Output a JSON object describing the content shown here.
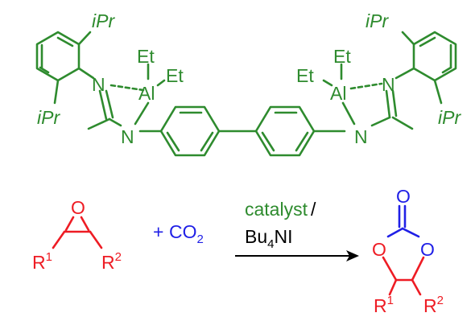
{
  "colors": {
    "catalyst": "#2e8b2e",
    "epoxide": "#ee1c24",
    "co2": "#1f1fe6",
    "reagent_text": "#000000",
    "product_carbon": "#ee1c24",
    "product_carbonyl": "#1f1fe6"
  },
  "catalyst": {
    "left_aryl_top_sub": "iPr",
    "left_aryl_bottom_sub": "iPr",
    "right_aryl_top_sub": "iPr",
    "right_aryl_bottom_sub": "iPr",
    "left_al": "Al",
    "right_al": "Al",
    "left_imine_n": "N",
    "left_amide_n": "N",
    "right_imine_n": "N",
    "right_amide_n": "N",
    "left_et_top": "Et",
    "left_et_right": "Et",
    "right_et_top": "Et",
    "right_et_left": "Et"
  },
  "reaction": {
    "epoxide_oxygen": "O",
    "epoxide_r1": "R",
    "epoxide_r1_sup": "1",
    "epoxide_r2": "R",
    "epoxide_r2_sup": "2",
    "plus": "+",
    "co2": "CO",
    "co2_sub": "2",
    "arrow_top_text": "catalyst",
    "arrow_top_slash": "/",
    "arrow_bottom_text": "Bu",
    "arrow_bottom_sub": "4",
    "arrow_bottom_rest": "NI",
    "product_carbonyl_o": "O",
    "product_ring_o_left": "O",
    "product_ring_o_right": "O",
    "product_r1": "R",
    "product_r1_sup": "1",
    "product_r2": "R",
    "product_r2_sup": "2"
  }
}
